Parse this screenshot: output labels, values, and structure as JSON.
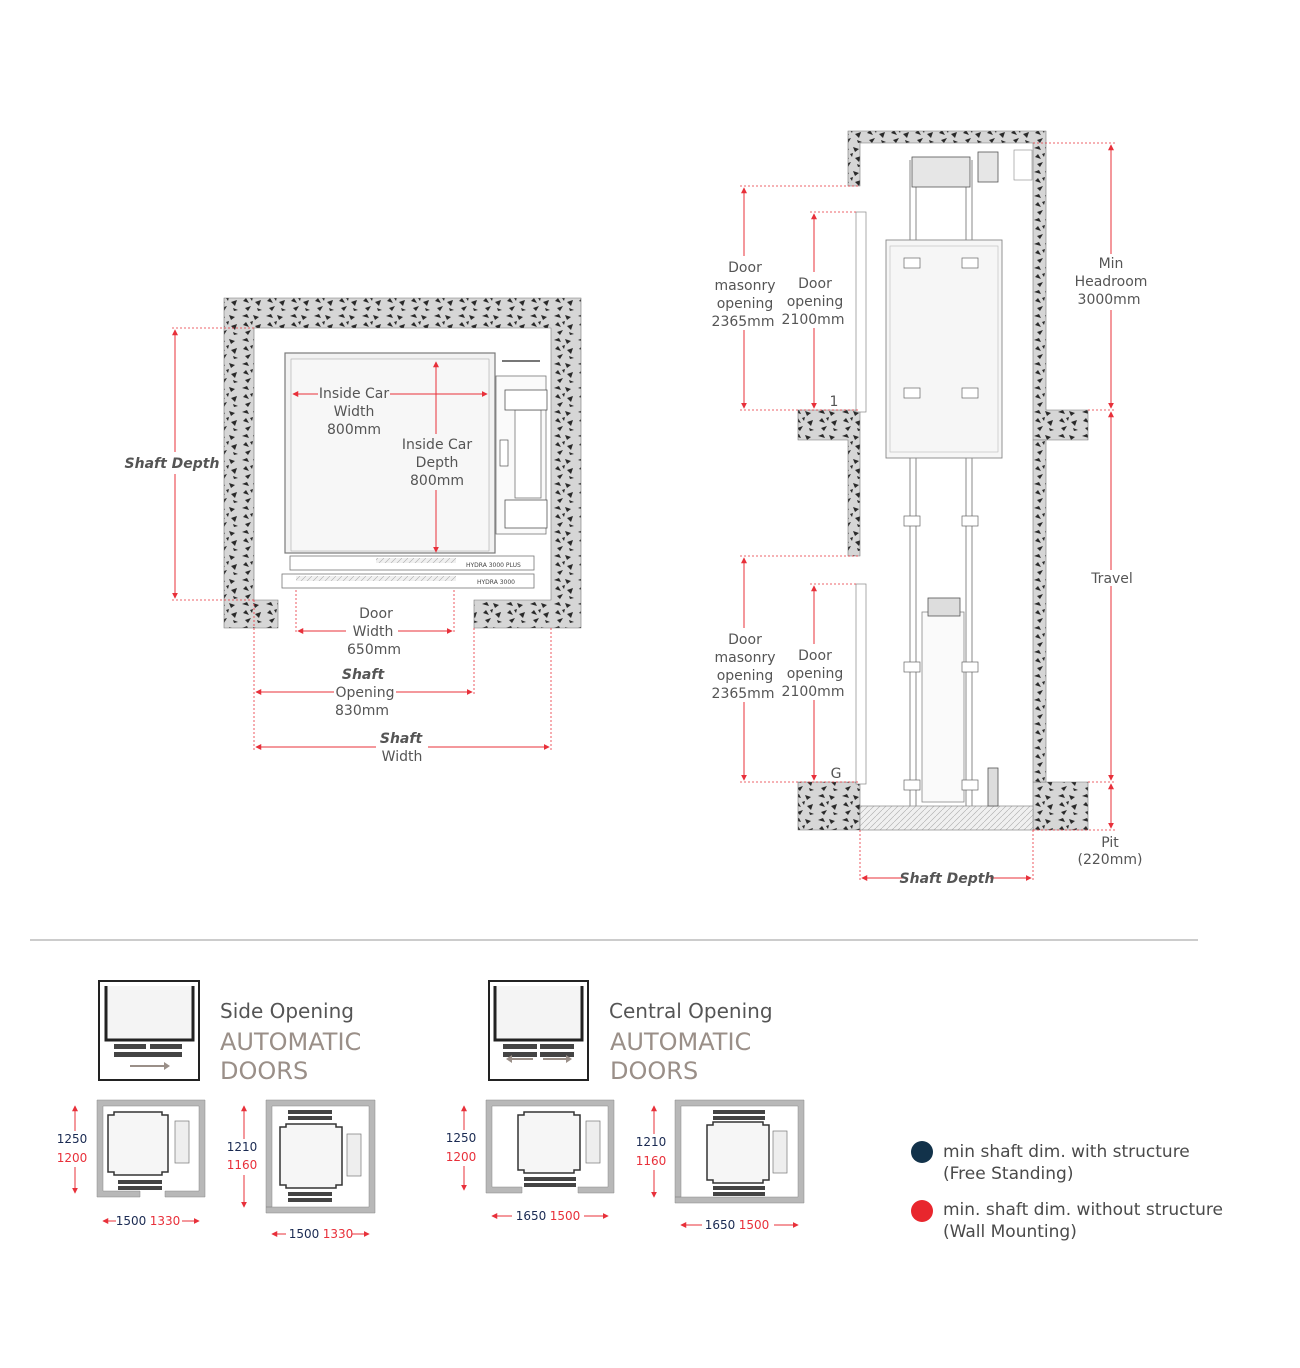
{
  "plan": {
    "shaft_depth": "Shaft Depth",
    "car_width": [
      "Inside Car",
      "Width",
      "800mm"
    ],
    "car_depth": [
      "Inside Car",
      "Depth",
      "800mm"
    ],
    "plate1": "HYDRA 3000 PLUS",
    "plate2": "HYDRA 3000",
    "door_width": [
      "Door",
      "Width",
      "650mm"
    ],
    "shaft_opening": [
      "Shaft",
      "Opening",
      "830mm"
    ],
    "shaft_width": [
      "Shaft",
      "Width"
    ]
  },
  "section": {
    "door_masonry_top": [
      "Door",
      "masonry",
      "opening",
      "2365mm"
    ],
    "door_opening_top": [
      "Door",
      "opening",
      "2100mm"
    ],
    "door_masonry_bottom": [
      "Door",
      "masonry",
      "opening",
      "2365mm"
    ],
    "door_opening_bottom": [
      "Door",
      "opening",
      "2100mm"
    ],
    "floor_1": "1",
    "floor_g": "G",
    "headroom": [
      "Min",
      "Headroom",
      "3000mm"
    ],
    "travel": "Travel",
    "pit": [
      "Pit",
      "(220mm)"
    ],
    "shaft_depth": "Shaft Depth"
  },
  "side_opening": {
    "title": "Side Opening",
    "sub1": "AUTOMATIC",
    "sub2": "DOORS",
    "a": {
      "h_blue": "1250",
      "h_red": "1200",
      "w_blue": "1500",
      "w_red": "1330"
    },
    "b": {
      "h_blue": "1210",
      "h_red": "1160",
      "w_blue": "1500",
      "w_red": "1330"
    }
  },
  "central_opening": {
    "title": "Central Opening",
    "sub1": "AUTOMATIC",
    "sub2": "DOORS",
    "a": {
      "h_blue": "1250",
      "h_red": "1200",
      "w_blue": "1650",
      "w_red": "1500"
    },
    "b": {
      "h_blue": "1210",
      "h_red": "1160",
      "w_blue": "1650",
      "w_red": "1500"
    }
  },
  "legend": {
    "items": [
      {
        "color": "#12324a",
        "line1": "min shaft dim. with structure",
        "line2": "(Free Standing)"
      },
      {
        "color": "#e8262d",
        "line1": "min. shaft dim. without structure",
        "line2": "(Wall Mounting)"
      }
    ]
  },
  "colors": {
    "accent_red": "#e8303a",
    "text_gray": "#555555",
    "door_sub": "#9a8f88"
  }
}
